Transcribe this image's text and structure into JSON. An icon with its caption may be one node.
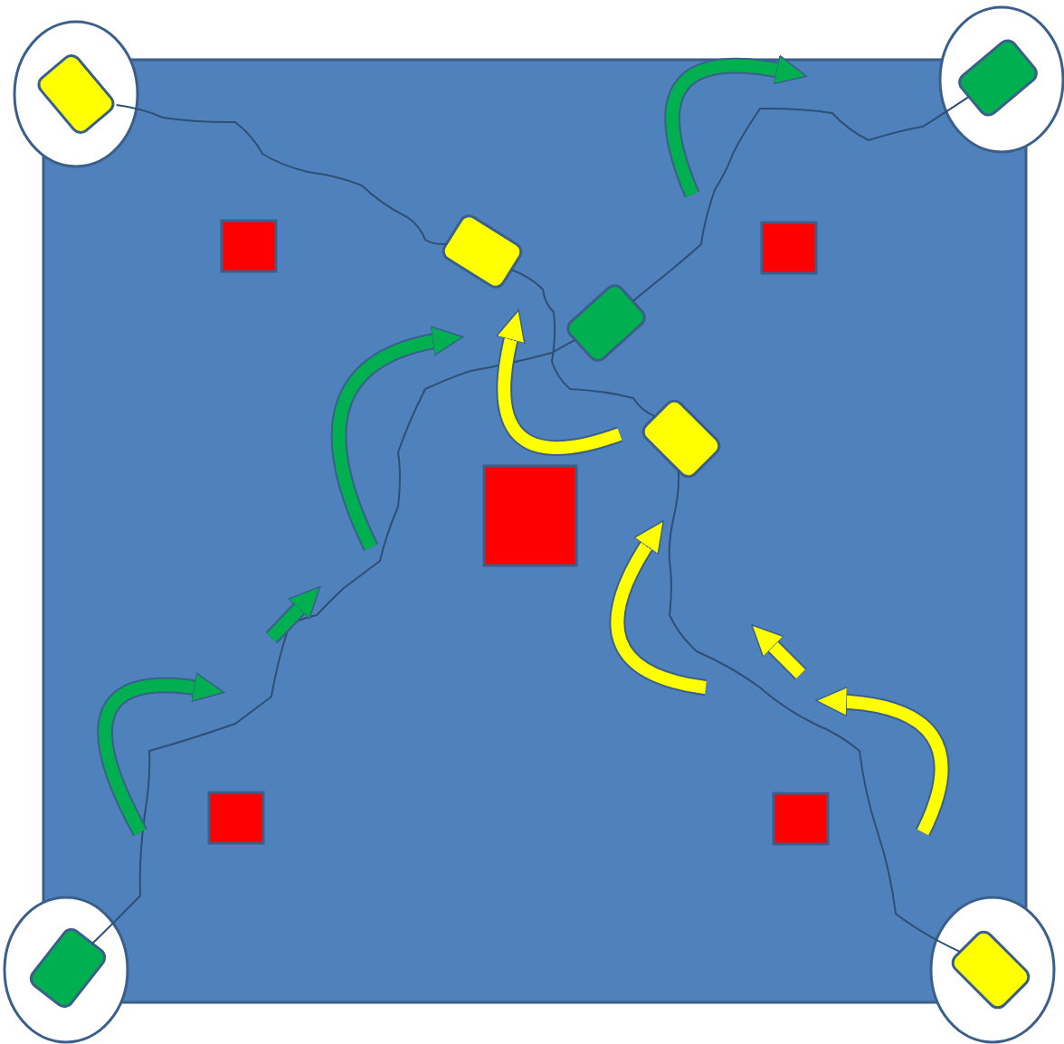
{
  "diagram": {
    "nodes": [
      {
        "text": [],
        "shape": "box"
      },
      {
        "text": [],
        "shape": "circle"
      },
      {
        "text": [],
        "shape": "box",
        "in": 1
      },
      {
        "text": [],
        "shape": "circle"
      },
      {
        "text": [],
        "shape": "box",
        "in": 3
      },
      {
        "text": [],
        "shape": "box",
        "in": 0
      },
      {
        "text": [],
        "shape": "box",
        "in": 0
      },
      {
        "text": [],
        "shape": "box",
        "in": 0
      },
      {
        "text": [],
        "shape": "box",
        "in": 0
      },
      {
        "text": [],
        "shape": "box",
        "in": 0
      },
      {
        "text": [],
        "shape": "box",
        "in": 0
      },
      {
        "text": [],
        "shape": "box",
        "in": 0
      },
      {
        "text": [],
        "shape": "box",
        "in": 0
      },
      {
        "text": [],
        "shape": "circle"
      },
      {
        "text": [],
        "shape": "box",
        "in": 13
      },
      {
        "text": [],
        "shape": "circle"
      },
      {
        "text": [],
        "shape": "box",
        "in": 15
      }
    ],
    "edges": [
      {
        "from": 2,
        "to": 7,
        "arrow": "none"
      },
      {
        "from": 4,
        "to": 8,
        "arrow": "none"
      },
      {
        "from": 14,
        "to": 8,
        "arrow": "none"
      },
      {
        "from": 16,
        "to": 9,
        "arrow": "none"
      },
      {
        "from": 7,
        "to": 9,
        "arrow": "none"
      }
    ]
  }
}
